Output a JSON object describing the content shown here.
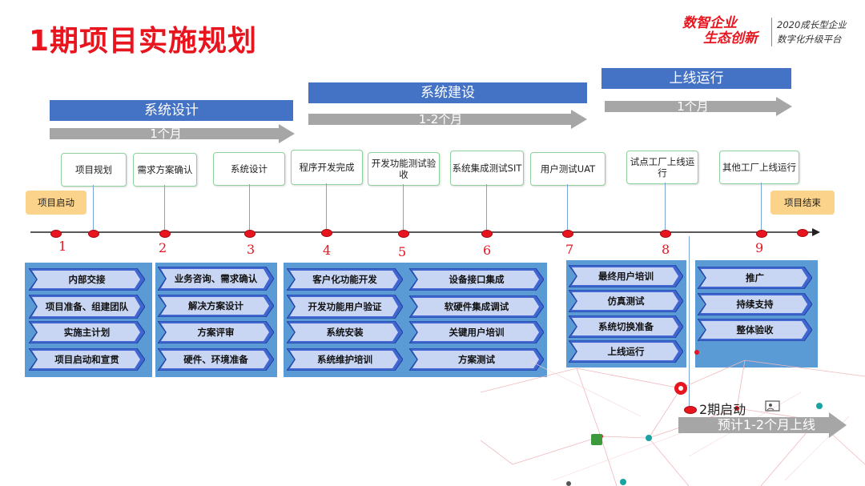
{
  "title": "1期项目实施规划",
  "logo": {
    "main_line1": "数智企业",
    "main_line2": "生态创新",
    "sub_line1": "2020成长型企业",
    "sub_line2": "数字化升级平台"
  },
  "phases": [
    {
      "name": "系统设计",
      "duration": "1个月"
    },
    {
      "name": "系统建设",
      "duration": "1-2个月"
    },
    {
      "name": "上线运行",
      "duration": "1个月"
    }
  ],
  "timeline": {
    "start": "项目启动",
    "end": "项目结束",
    "milestones": [
      {
        "label": "项目规划",
        "num": "1"
      },
      {
        "label": "需求方案确认",
        "num": "2"
      },
      {
        "label": "系统设计",
        "num": "3"
      },
      {
        "label": "程序开发完成",
        "num": "4"
      },
      {
        "label": "开发功能测试验收",
        "num": "5"
      },
      {
        "label": "系统集成测试SIT",
        "num": "6"
      },
      {
        "label": "用户测试UAT",
        "num": "7"
      },
      {
        "label": "试点工厂上线运行",
        "num": "8"
      },
      {
        "label": "其他工厂上线运行",
        "num": "9"
      }
    ]
  },
  "task_groups": [
    {
      "tasks": [
        "内部交接",
        "项目准备、组建团队",
        "实施主计划",
        "项目启动和宣贯"
      ]
    },
    {
      "tasks": [
        "业务咨询、需求确认",
        "解决方案设计",
        "方案评审",
        "硬件、环境准备"
      ]
    },
    {
      "tasks": [
        "客户化功能开发",
        "开发功能用户验证",
        "系统安装",
        "系统维护培训"
      ]
    },
    {
      "tasks": [
        "设备接口集成",
        "软硬件集成调试",
        "关键用户培训",
        "方案测试"
      ]
    },
    {
      "tasks": [
        "最终用户培训",
        "仿真测试",
        "系统切换准备",
        "上线运行"
      ]
    },
    {
      "tasks": [
        "推广",
        "持续支持",
        "整体验收"
      ]
    }
  ],
  "phase2": {
    "label": "2期启动",
    "estimate": "预计1-2个月上线"
  },
  "colors": {
    "accent_red": "#e8141e",
    "phase_blue": "#4472c4",
    "group_blue": "#5b9bd5",
    "arrow_gray": "#a6a6a6"
  }
}
